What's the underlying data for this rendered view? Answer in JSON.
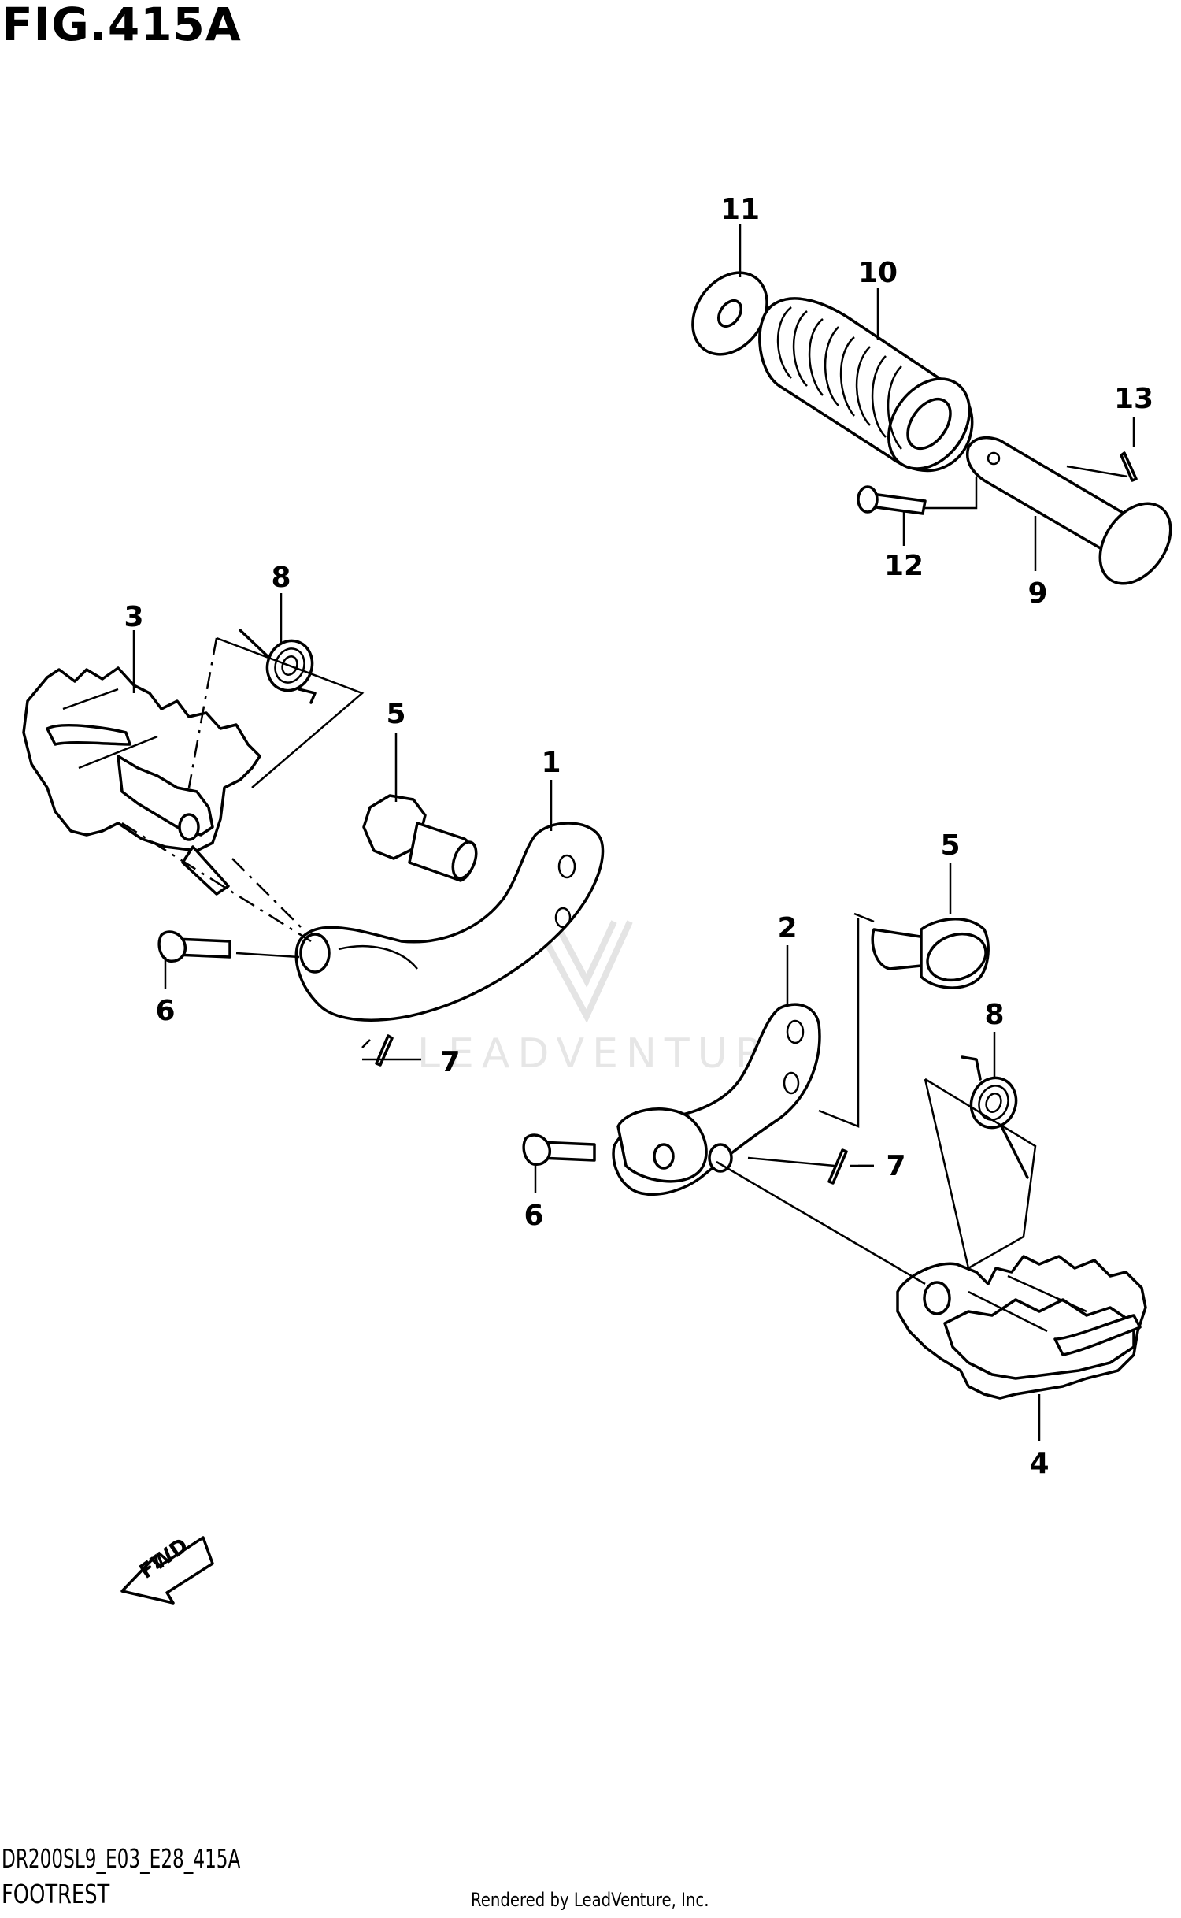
{
  "figure": {
    "title": "FIG.415A",
    "model_code": "DR200SL9_E03_E28_415A",
    "section": "FOOTREST",
    "credit": "Rendered by LeadVenture, Inc.",
    "watermark": "LEADVENTURE",
    "direction_label": "FWD"
  },
  "callouts": [
    {
      "id": "1",
      "label": "1"
    },
    {
      "id": "2",
      "label": "2"
    },
    {
      "id": "3",
      "label": "3"
    },
    {
      "id": "4",
      "label": "4"
    },
    {
      "id": "5a",
      "label": "5"
    },
    {
      "id": "5b",
      "label": "5"
    },
    {
      "id": "6a",
      "label": "6"
    },
    {
      "id": "6b",
      "label": "6"
    },
    {
      "id": "7a",
      "label": "7"
    },
    {
      "id": "7b",
      "label": "7"
    },
    {
      "id": "8a",
      "label": "8"
    },
    {
      "id": "8b",
      "label": "8"
    },
    {
      "id": "9",
      "label": "9"
    },
    {
      "id": "10",
      "label": "10"
    },
    {
      "id": "11",
      "label": "11"
    },
    {
      "id": "12",
      "label": "12"
    },
    {
      "id": "13",
      "label": "13"
    }
  ]
}
